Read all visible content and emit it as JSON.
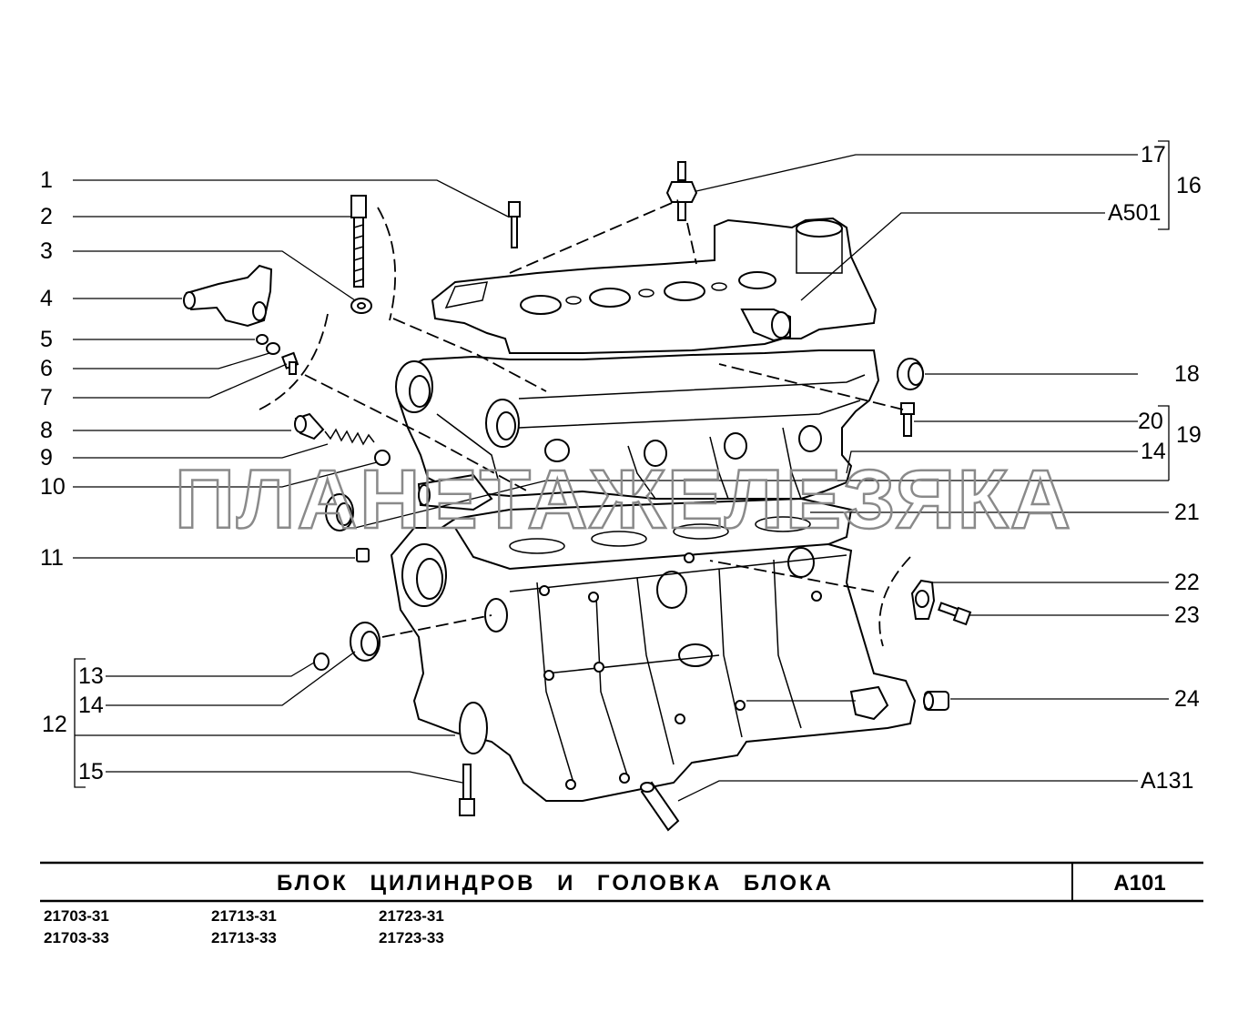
{
  "title": "БЛОК  ЦИЛИНДРОВ  И  ГОЛОВКА  БЛОКА",
  "diagram_code": "A101",
  "watermark": "ПЛАНЕТАЖЕЛЕЗЯКА",
  "models": [
    [
      "21703-31",
      "21703-33"
    ],
    [
      "21713-31",
      "21713-33"
    ],
    [
      "21723-31",
      "21723-33"
    ]
  ],
  "callouts": {
    "left": [
      "1",
      "2",
      "3",
      "4",
      "5",
      "6",
      "7",
      "8",
      "9",
      "10",
      "11",
      "13",
      "14",
      "15"
    ],
    "left_group": "12",
    "right": [
      "17",
      "A501",
      "18",
      "20",
      "14",
      "21",
      "22",
      "23",
      "24",
      "A131"
    ],
    "right_group_16": "16",
    "right_group_19": "19"
  }
}
